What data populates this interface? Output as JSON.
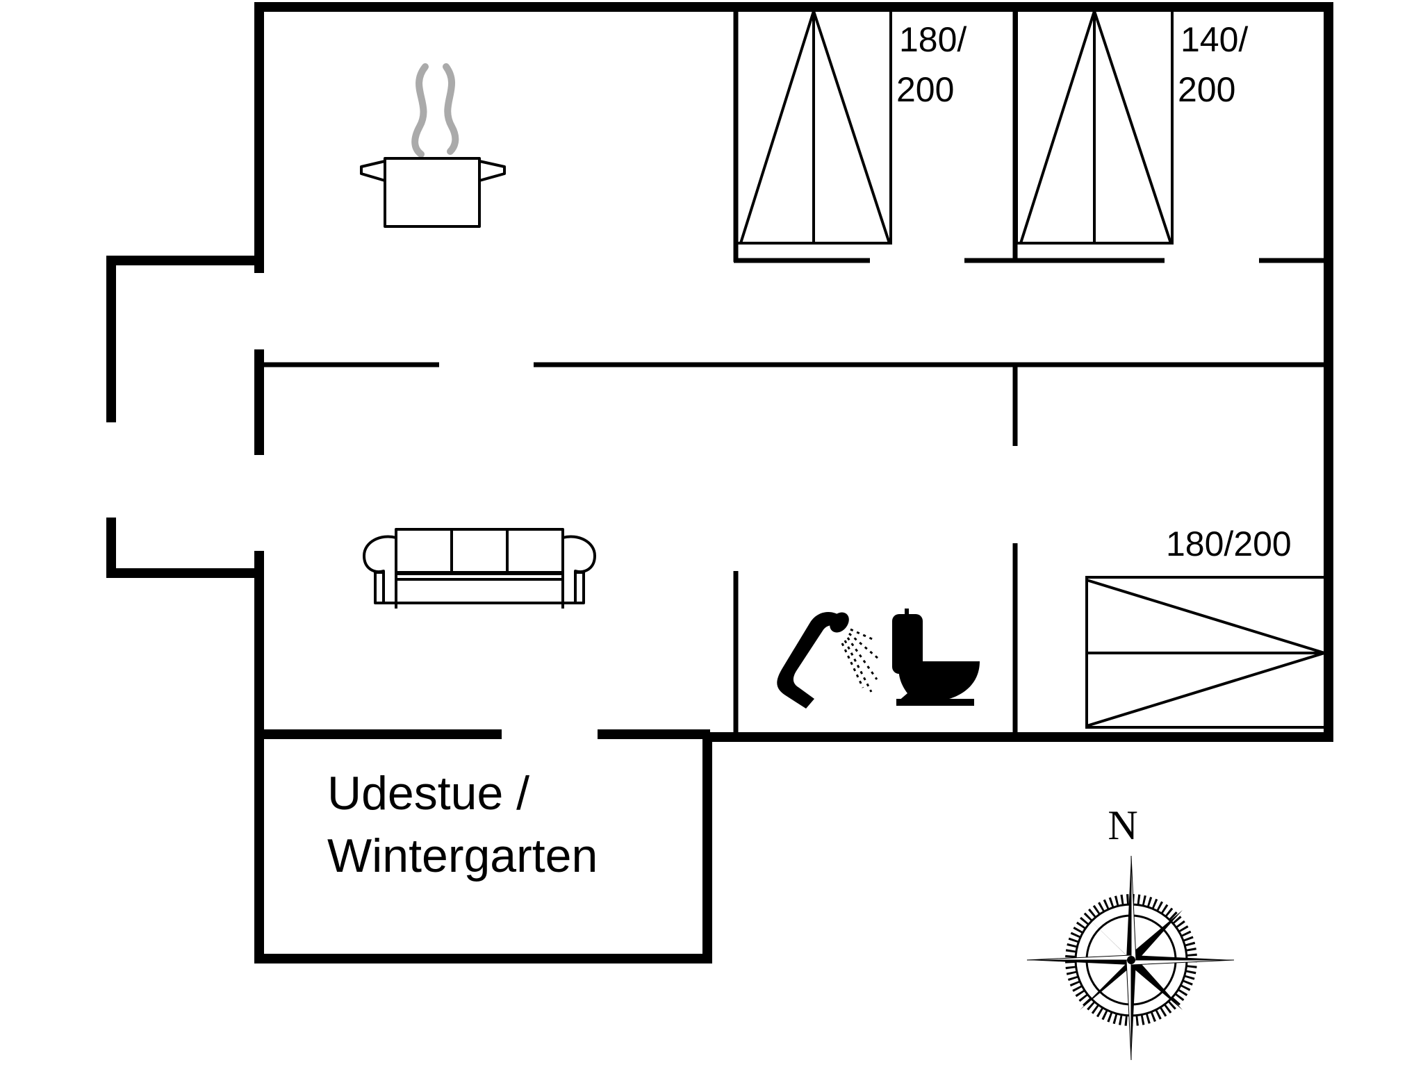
{
  "beds": [
    {
      "line1": "180/",
      "line2": "200"
    },
    {
      "line1": "140/",
      "line2": "200"
    },
    {
      "line1": "180/200"
    }
  ],
  "rooms": {
    "sunroom_line1": "Udestue /",
    "sunroom_line2": "Wintergarten"
  },
  "compass": {
    "north": "N"
  },
  "icons": {
    "kitchen": "cooking-pot-icon",
    "living": "sofa-icon",
    "bathroom": [
      "shower-head-icon",
      "toilet-icon"
    ],
    "orientation": "compass-rose-icon"
  }
}
